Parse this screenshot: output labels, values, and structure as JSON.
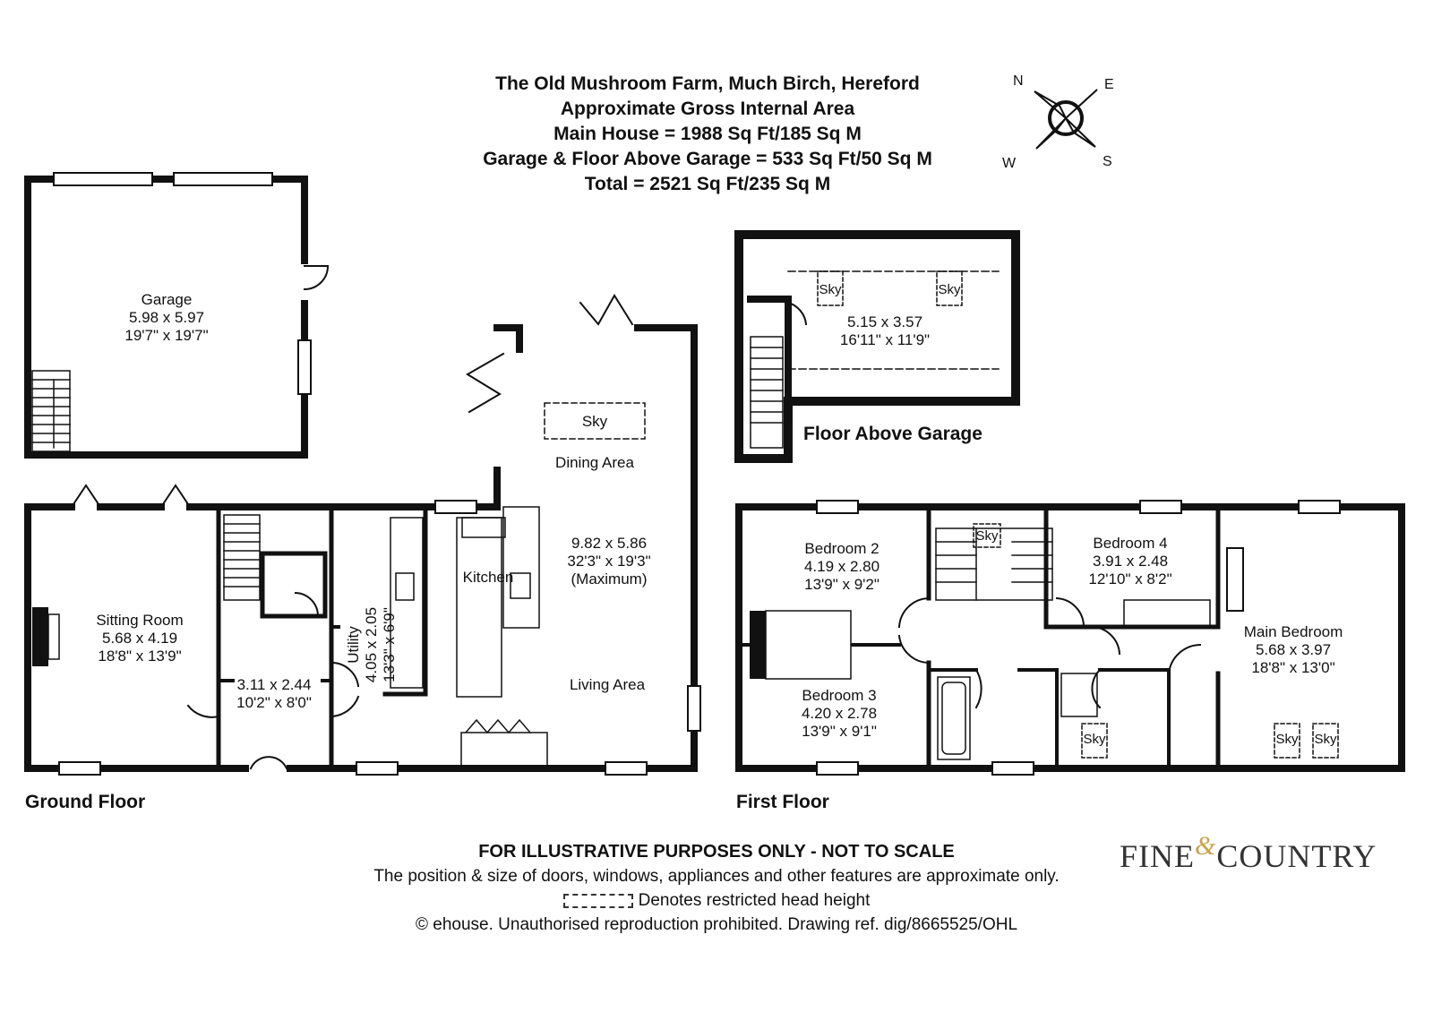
{
  "header": {
    "line1": "The Old Mushroom Farm, Much Birch, Hereford",
    "line2": "Approximate Gross Internal Area",
    "line3": "Main House = 1988 Sq Ft/185 Sq M",
    "line4": "Garage & Floor Above Garage = 533 Sq Ft/50 Sq M",
    "line5": "Total = 2521 Sq Ft/235 Sq M"
  },
  "compass": {
    "n": "N",
    "e": "E",
    "s": "S",
    "w": "W"
  },
  "floors": {
    "ground": "Ground Floor",
    "first": "First Floor",
    "above_garage": "Floor Above Garage"
  },
  "rooms": {
    "garage": {
      "name": "Garage",
      "metric": "5.98 x 5.97",
      "imperial": "19'7\" x 19'7\""
    },
    "sitting": {
      "name": "Sitting Room",
      "metric": "5.68 x 4.19",
      "imperial": "18'8\" x 13'9\""
    },
    "hall": {
      "metric": "3.11 x 2.44",
      "imperial": "10'2\" x 8'0\""
    },
    "utility": {
      "name": "Utility",
      "metric": "4.05 x 2.05",
      "imperial": "13'3\" x 6'9\""
    },
    "kitchen": {
      "name": "Kitchen"
    },
    "open_plan": {
      "dining": "Dining Area",
      "metric": "9.82 x 5.86",
      "imperial": "32'3\" x 19'3\"",
      "note": "(Maximum)",
      "living": "Living Area"
    },
    "above_garage_room": {
      "metric": "5.15 x 3.57",
      "imperial": "16'11\" x 11'9\""
    },
    "bedroom2": {
      "name": "Bedroom 2",
      "metric": "4.19 x 2.80",
      "imperial": "13'9\" x 9'2\""
    },
    "bedroom3": {
      "name": "Bedroom 3",
      "metric": "4.20 x 2.78",
      "imperial": "13'9\" x 9'1\""
    },
    "bedroom4": {
      "name": "Bedroom 4",
      "metric": "3.91 x 2.48",
      "imperial": "12'10\" x 8'2\""
    },
    "main_bedroom": {
      "name": "Main Bedroom",
      "metric": "5.68 x 3.97",
      "imperial": "18'8\" x 13'0\""
    }
  },
  "skylight_label": "Sky",
  "footer": {
    "disclaimer": "FOR ILLUSTRATIVE PURPOSES ONLY - NOT TO SCALE",
    "note": "The position & size of doors, windows, appliances and other features are approximate only.",
    "legend": "Denotes restricted head height",
    "copyright": "© ehouse. Unauthorised reproduction prohibited. Drawing ref. dig/8665525/OHL"
  },
  "logo": {
    "left": "Fine",
    "amp": "&",
    "right": "Country"
  },
  "colors": {
    "wall": "#111111",
    "accent": "#c9a24a"
  }
}
